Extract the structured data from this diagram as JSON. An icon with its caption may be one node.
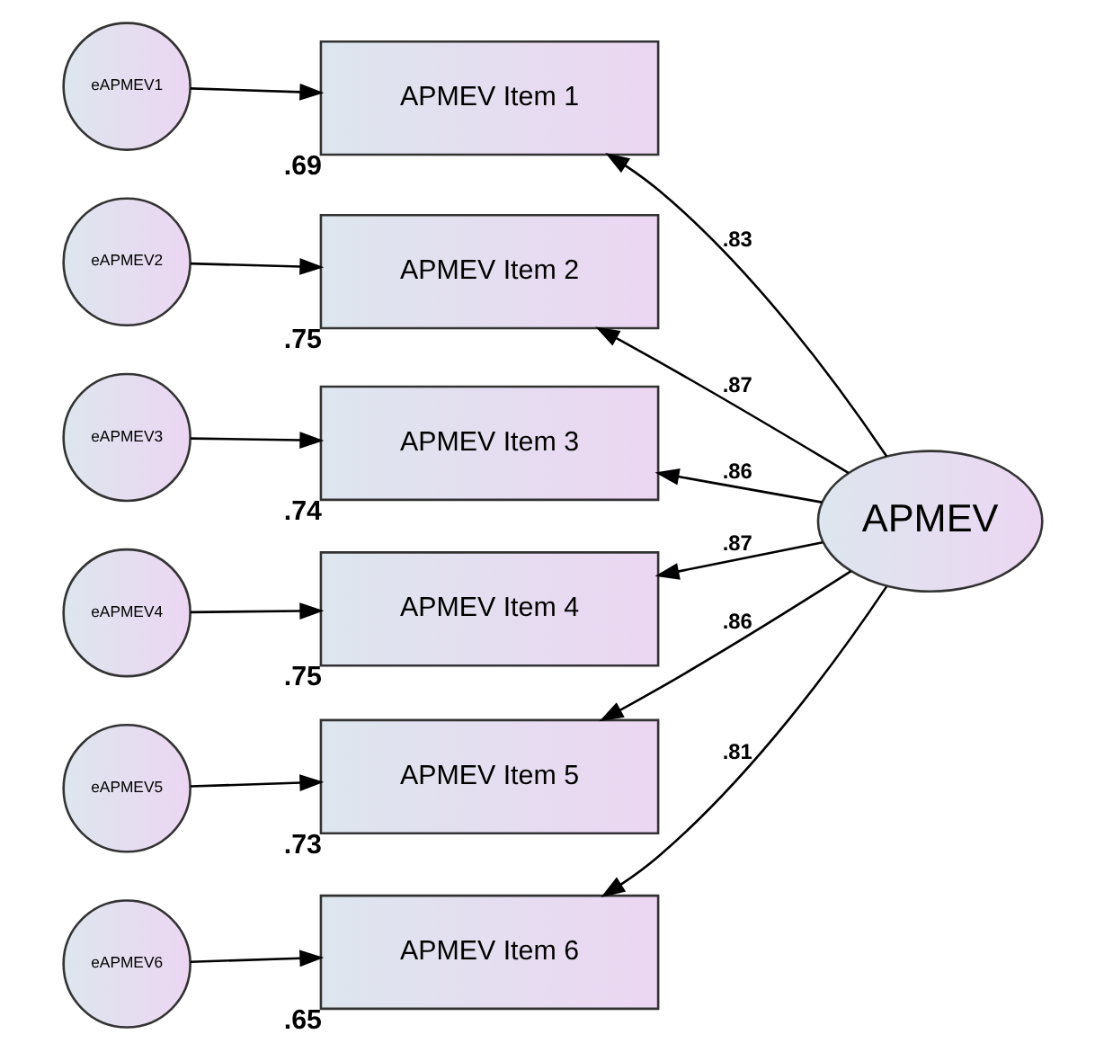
{
  "diagram": {
    "nodes": [
      {
        "text": [
          "eAPMEV1"
        ]
      },
      {
        "text": [
          "APMEV Item 1"
        ],
        "beside": [
          ".69"
        ]
      },
      {
        "text": [
          "eAPMEV2"
        ]
      },
      {
        "text": [
          "APMEV Item 2"
        ],
        "beside": [
          ".75"
        ]
      },
      {
        "text": [
          "eAPMEV3"
        ]
      },
      {
        "text": [
          "APMEV Item 3"
        ],
        "beside": [
          ".74"
        ]
      },
      {
        "text": [
          "eAPMEV4"
        ]
      },
      {
        "text": [
          "APMEV Item 4"
        ],
        "beside": [
          ".75"
        ]
      },
      {
        "text": [
          "eAPMEV5"
        ]
      },
      {
        "text": [
          "APMEV Item 5"
        ],
        "beside": [
          ".73"
        ]
      },
      {
        "text": [
          "eAPMEV6"
        ]
      },
      {
        "text": [
          "APMEV Item 6"
        ],
        "beside": [
          ".65"
        ]
      },
      {
        "text": [
          "APMEV"
        ]
      }
    ],
    "edges": [
      {
        "from": 0,
        "to": 1,
        "arrow": "to"
      },
      {
        "from": 2,
        "to": 3,
        "arrow": "to"
      },
      {
        "from": 4,
        "to": 5,
        "arrow": "to"
      },
      {
        "from": 6,
        "to": 7,
        "arrow": "to"
      },
      {
        "from": 8,
        "to": 9,
        "arrow": "to"
      },
      {
        "from": 10,
        "to": 11,
        "arrow": "to"
      },
      {
        "from": 12,
        "to": 1,
        "arrow": "to",
        "label": ".83"
      },
      {
        "from": 12,
        "to": 3,
        "arrow": "to",
        "label": ".87"
      },
      {
        "from": 12,
        "to": 5,
        "arrow": "to",
        "label": ".86"
      },
      {
        "from": 12,
        "to": 7,
        "arrow": "to",
        "label": ".87"
      },
      {
        "from": 12,
        "to": 9,
        "arrow": "to",
        "label": ".86"
      },
      {
        "from": 12,
        "to": 11,
        "arrow": "to",
        "label": ".81"
      }
    ]
  }
}
